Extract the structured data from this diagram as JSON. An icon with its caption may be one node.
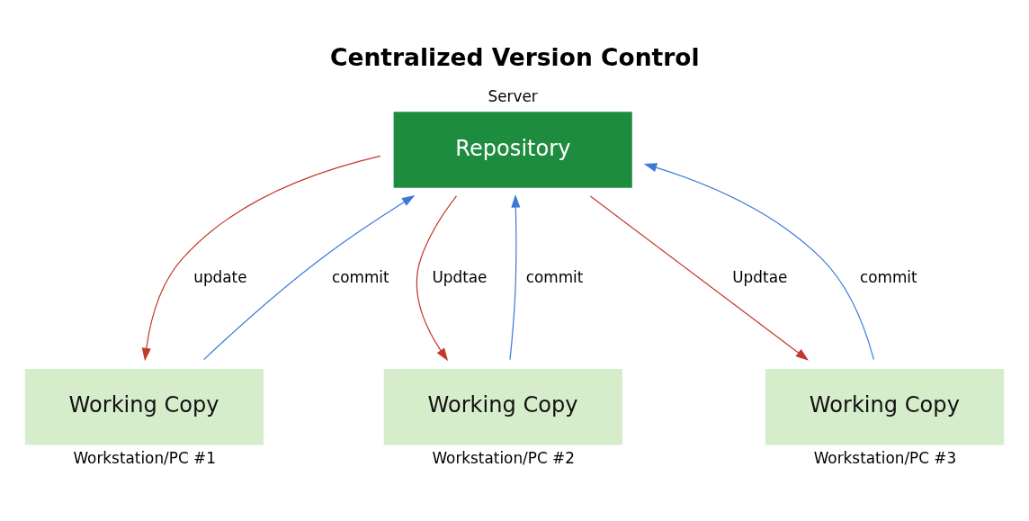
{
  "diagram": {
    "title": "Centralized Version Control",
    "nodes": [
      {
        "text": [
          "Repository"
        ],
        "beside": [
          "Server"
        ]
      },
      {
        "text": [
          "Working Copy"
        ],
        "beside": [
          "Workstation/PC #1"
        ]
      },
      {
        "text": [
          "Working Copy"
        ],
        "beside": [
          "Workstation/PC #2"
        ]
      },
      {
        "text": [
          "Working Copy"
        ],
        "beside": [
          "Workstation/PC #3"
        ]
      }
    ],
    "edges": [
      {
        "from": 1,
        "to": 0,
        "arrow": "to",
        "label": "commit",
        "color": "#3b78d8"
      },
      {
        "from": 0,
        "to": 1,
        "arrow": "to",
        "label": "update",
        "color": "#c0392b"
      },
      {
        "from": 2,
        "to": 0,
        "arrow": "to",
        "label": "commit",
        "color": "#3b78d8"
      },
      {
        "from": 0,
        "to": 2,
        "arrow": "to",
        "label": "Updtae",
        "color": "#c0392b"
      },
      {
        "from": 3,
        "to": 0,
        "arrow": "to",
        "label": "commit",
        "color": "#3b78d8"
      },
      {
        "from": 0,
        "to": 3,
        "arrow": "to",
        "label": "Updtae",
        "color": "#c0392b"
      }
    ]
  }
}
